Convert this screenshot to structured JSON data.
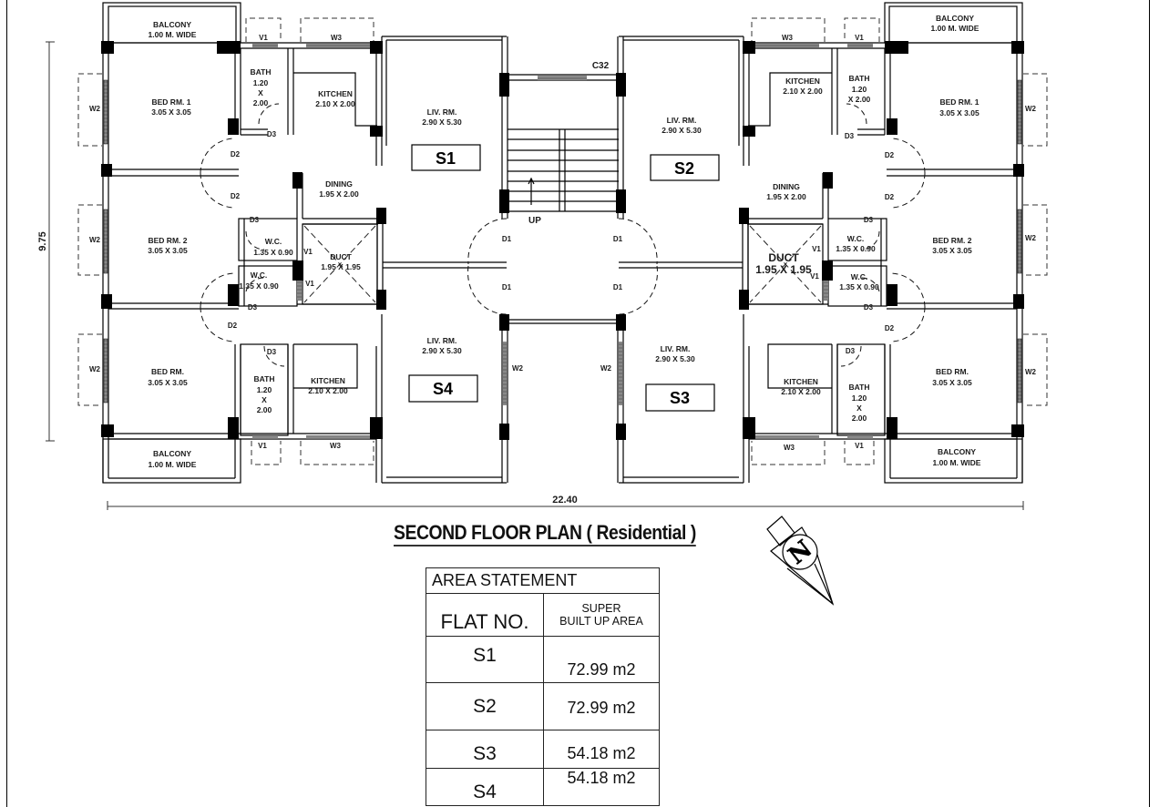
{
  "drawing": {
    "title": "SECOND FLOOR  PLAN ( Residential )",
    "dimensions": {
      "overall_width": "22.40",
      "overall_depth": "9.75"
    },
    "north_arrow": {
      "label": "N",
      "icon": "north-arrow-icon"
    },
    "flats": [
      {
        "id": "S1",
        "tag": "S1"
      },
      {
        "id": "S2",
        "tag": "S2"
      },
      {
        "id": "S3",
        "tag": "S3"
      },
      {
        "id": "S4",
        "tag": "S4"
      }
    ],
    "rooms": {
      "balcony": {
        "name": "BALCONY",
        "size": "1.00 M. WIDE"
      },
      "bed1": {
        "name": "BED RM. 1",
        "size": "3.05 X 3.05"
      },
      "bed2": {
        "name": "BED RM. 2",
        "size": "3.05 X 3.05"
      },
      "bed": {
        "name": "BED RM.",
        "size": "3.05 X 3.05"
      },
      "bath": {
        "name": "BATH",
        "size_a": "1.20",
        "size_x": "X",
        "size_b": "2.00",
        "size_bx": "X 2.00"
      },
      "kitchen": {
        "name": "KITCHEN",
        "size": "2.10 X 2.00"
      },
      "living": {
        "name": "LIV. RM.",
        "size": "2.90 X 5.30"
      },
      "dining": {
        "name": "DINING",
        "size": "1.95 X 2.00"
      },
      "wc": {
        "name": "W.C.",
        "size": "1.35 X 0.90"
      },
      "duct": {
        "name": "DUCT",
        "size": "1.95 X 1.95"
      }
    },
    "openings": {
      "d1": "D1",
      "d2": "D2",
      "d3": "D3",
      "v1": "V1",
      "w2": "W2",
      "w3": "W3",
      "c32": "C32"
    },
    "stair": {
      "label": "UP"
    }
  },
  "area_statement": {
    "title": "AREA STATEMENT",
    "col_flat": "FLAT NO.",
    "col_area_line1": "SUPER",
    "col_area_line2": "BUILT UP AREA",
    "rows": [
      {
        "flat": "S1",
        "area": "72.99 m2"
      },
      {
        "flat": "S2",
        "area": "72.99 m2"
      },
      {
        "flat": "S3",
        "area": "54.18 m2"
      },
      {
        "flat": "S4",
        "area": "54.18 m2"
      }
    ]
  }
}
